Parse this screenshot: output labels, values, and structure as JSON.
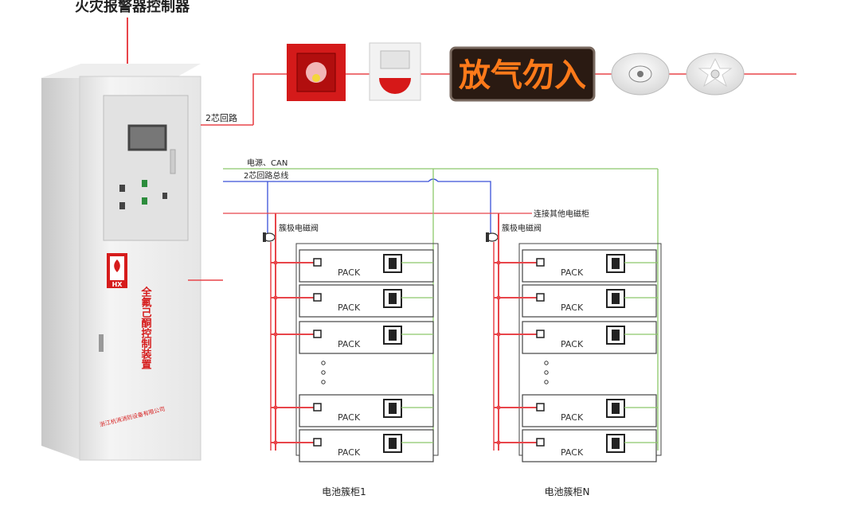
{
  "title": "火灾报警器控制器",
  "controller": {
    "bus_label": "2芯回路",
    "logo_text": "HX",
    "vertical_text": "全氟己酮控制装置",
    "company": "浙江杭消消防设备有限公司"
  },
  "devices": {
    "sign_text": "放气勿入",
    "items": [
      "manual-call-point",
      "sound-light-alarm",
      "gas-release-sign",
      "smoke-detector",
      "heat-detector"
    ]
  },
  "wiring": {
    "power_can": "电源、CAN",
    "loop_bus": "2芯回路总线",
    "connect_other": "连接其他电磁柜"
  },
  "valve_label": "簇极电磁阀",
  "pack_label": "PACK",
  "cabinets": [
    {
      "name": "电池簇柜1"
    },
    {
      "name": "电池簇柜N"
    }
  ],
  "colors": {
    "red_line": "#e8454a",
    "blue_line": "#3a52d8",
    "green_line": "#8cc86a",
    "sign_bg": "#2a1a12",
    "sign_text": "#ff7a1a"
  }
}
